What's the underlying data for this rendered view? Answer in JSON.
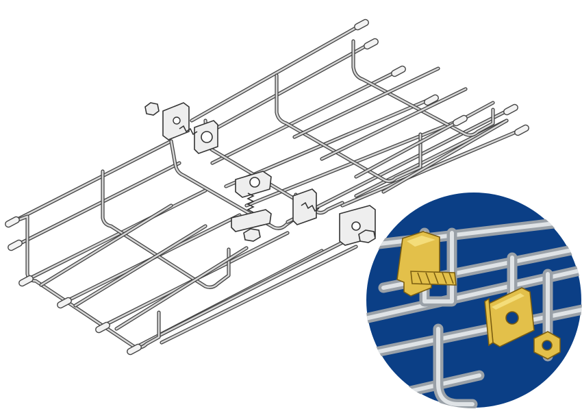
{
  "scene": {
    "background": "#ffffff",
    "wire_color": "#444444",
    "wire_fill": "#d6d6d6",
    "zoom_background": "#0b3f86",
    "fastener_color": "#e3c04a"
  },
  "objects": {
    "tray_left": "wire-mesh-cable-tray",
    "tray_right": "wire-mesh-cable-tray",
    "fasteners": "splice-coupler-clamps",
    "detail": "zoom-detail-circle"
  }
}
